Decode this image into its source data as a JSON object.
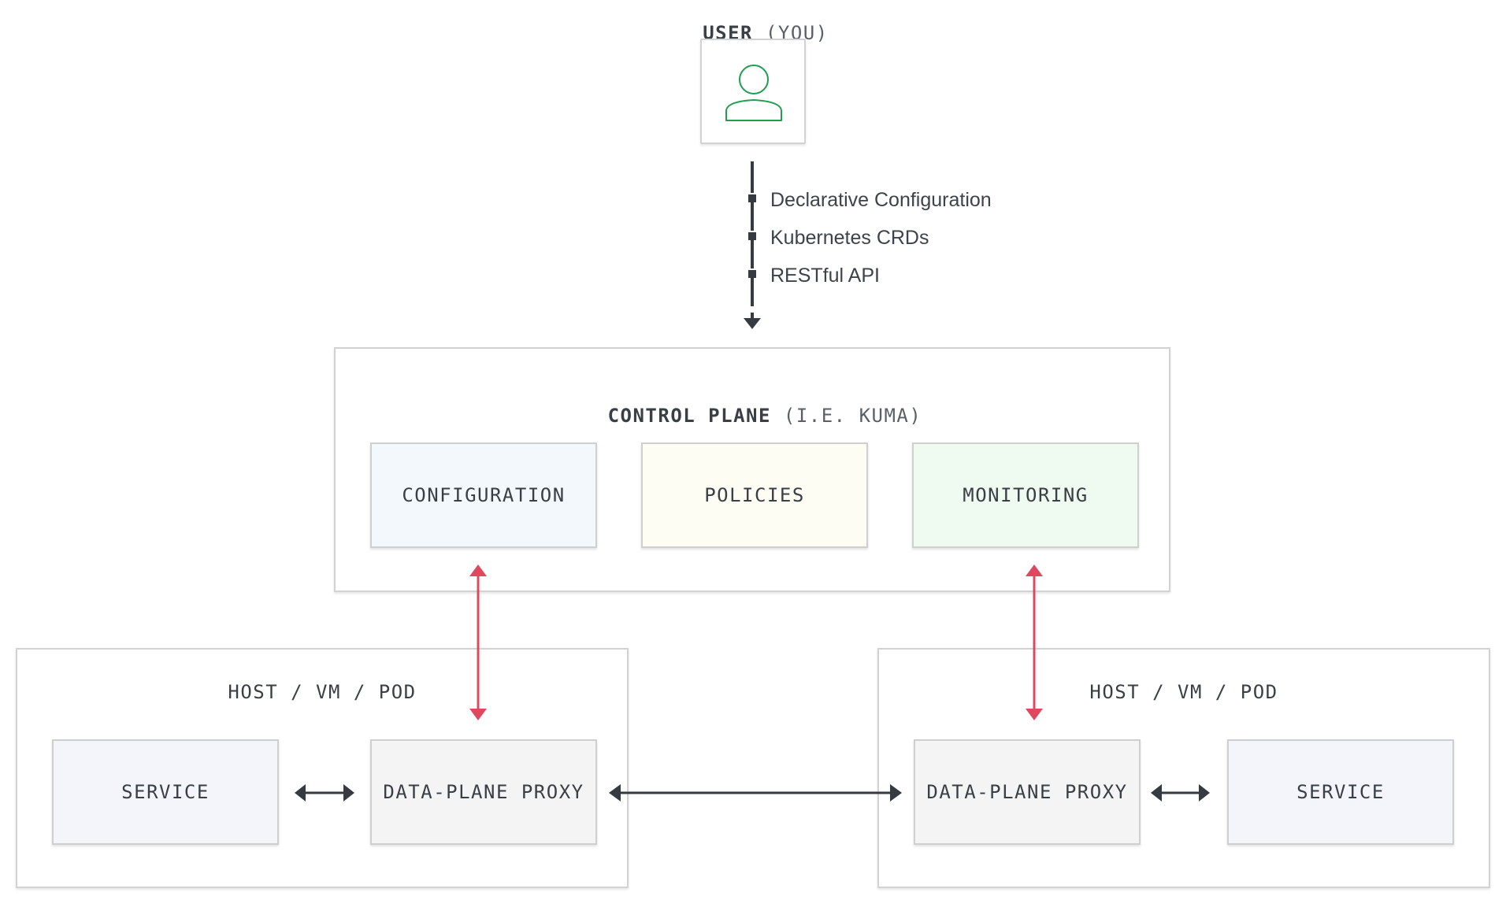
{
  "user": {
    "label_strong": "USER",
    "label_light": "(YOU)",
    "icon": "user-icon",
    "icon_color": "#1e9e4f"
  },
  "user_interfaces": [
    "Declarative Configuration",
    "Kubernetes CRDs",
    "RESTful API"
  ],
  "control_plane": {
    "title_strong": "CONTROL PLANE",
    "title_light": "(I.E. KUMA)",
    "modules": [
      {
        "label": "CONFIGURATION",
        "color": "#f3f8fd"
      },
      {
        "label": "POLICIES",
        "color": "#fdfdf3"
      },
      {
        "label": "MONITORING",
        "color": "#effbf1"
      }
    ]
  },
  "hosts": [
    {
      "title": "HOST / VM / POD",
      "service_label": "SERVICE",
      "proxy_label": "DATA-PLANE PROXY"
    },
    {
      "title": "HOST / VM / POD",
      "service_label": "SERVICE",
      "proxy_label": "DATA-PLANE PROXY"
    }
  ],
  "colors": {
    "connector": "#353b41",
    "control_link": "#e0485f",
    "service_fill": "#f4f4fb",
    "proxy_fill": "#f4f4f4"
  }
}
